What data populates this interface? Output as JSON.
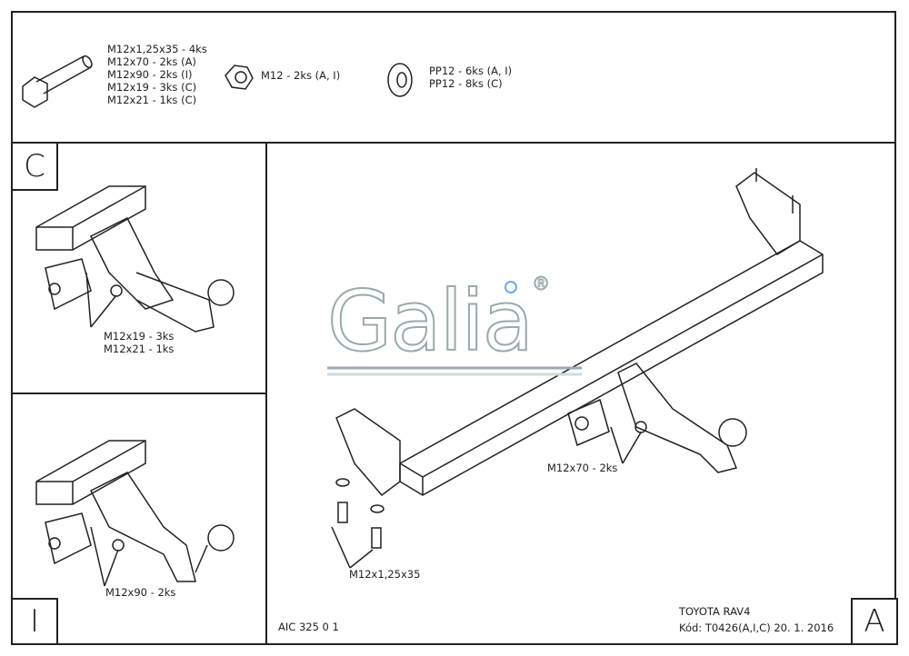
{
  "parts": {
    "bolts": [
      "M12x1,25x35 - 4ks",
      "M12x70 - 2ks (A)",
      "M12x90 - 2ks (I)",
      "M12x19 - 3ks (C)",
      "M12x21 - 1ks (C)"
    ],
    "nut": "M12 - 2ks (A, I)",
    "washers": [
      "PP12 - 6ks (A, I)",
      "PP12 - 8ks (C)"
    ]
  },
  "panels": {
    "c": {
      "letter": "C",
      "callouts": [
        "M12x19 - 3ks",
        "M12x21 - 1ks"
      ]
    },
    "i": {
      "letter": "I",
      "callout": "M12x90 - 2ks"
    },
    "a": {
      "letter": "A",
      "callout_bolt": "M12x70 - 2ks",
      "callout_screws": "M12x1,25x35"
    }
  },
  "logo": {
    "text": "Galia",
    "mark": "®"
  },
  "footer": {
    "drawing_number": "AIC 325 0 1",
    "vehicle": "TOYOTA RAV4",
    "code": "Kód: T0426(A,I,C)  20. 1. 2016"
  }
}
